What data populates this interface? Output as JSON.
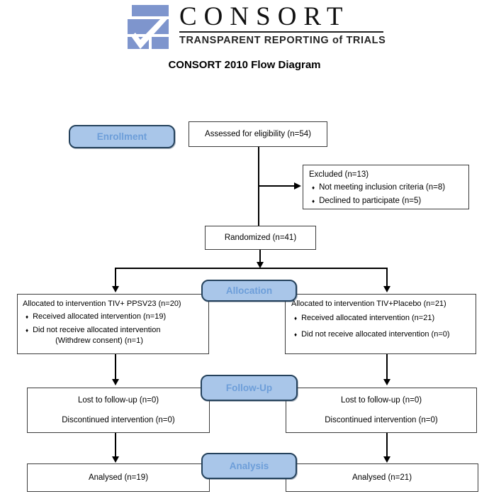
{
  "colors": {
    "logo_blue": "#7E95CD",
    "label_fill": "#A9C6E9",
    "label_border": "#25425C",
    "label_text": "#6D9ED9",
    "box_border": "#3b3b3b",
    "line_color": "#000000"
  },
  "header": {
    "wordmark": "CONSORT",
    "tagline": "TRANSPARENT REPORTING of TRIALS",
    "title": "CONSORT 2010 Flow Diagram"
  },
  "glyphs": {
    "bullet": "♦"
  },
  "stages": {
    "enrollment": "Enrollment",
    "allocation": "Allocation",
    "followup": "Follow-Up",
    "analysis": "Analysis"
  },
  "boxes": {
    "assessed": {
      "text": "Assessed for eligibility (n=54)"
    },
    "excluded": {
      "title": "Excluded (n=13)",
      "items": [
        "Not meeting inclusion criteria (n=8)",
        "Declined to participate (n=5)"
      ]
    },
    "randomized": {
      "text": "Randomized (n=41)"
    },
    "alloc_left": {
      "title": "Allocated to intervention TIV+ PPSV23 (n=20)",
      "items": [
        "Received allocated intervention  (n=19)",
        "Did not receive allocated intervention"
      ],
      "continuation": "(Withdrew consent) (n=1)"
    },
    "alloc_right": {
      "title": "Allocated to intervention TIV+Placebo (n=21)",
      "items": [
        "Received allocated intervention (n=21)",
        "Did not receive allocated intervention (n=0)"
      ]
    },
    "followup_left": {
      "line1": "Lost to follow-up (n=0)",
      "line2": "Discontinued intervention (n=0)"
    },
    "followup_right": {
      "line1": "Lost to follow-up (n=0)",
      "line2": "Discontinued intervention (n=0)"
    },
    "analysis_left": {
      "text": "Analysed (n=19)"
    },
    "analysis_right": {
      "text": "Analysed (n=21)"
    }
  }
}
